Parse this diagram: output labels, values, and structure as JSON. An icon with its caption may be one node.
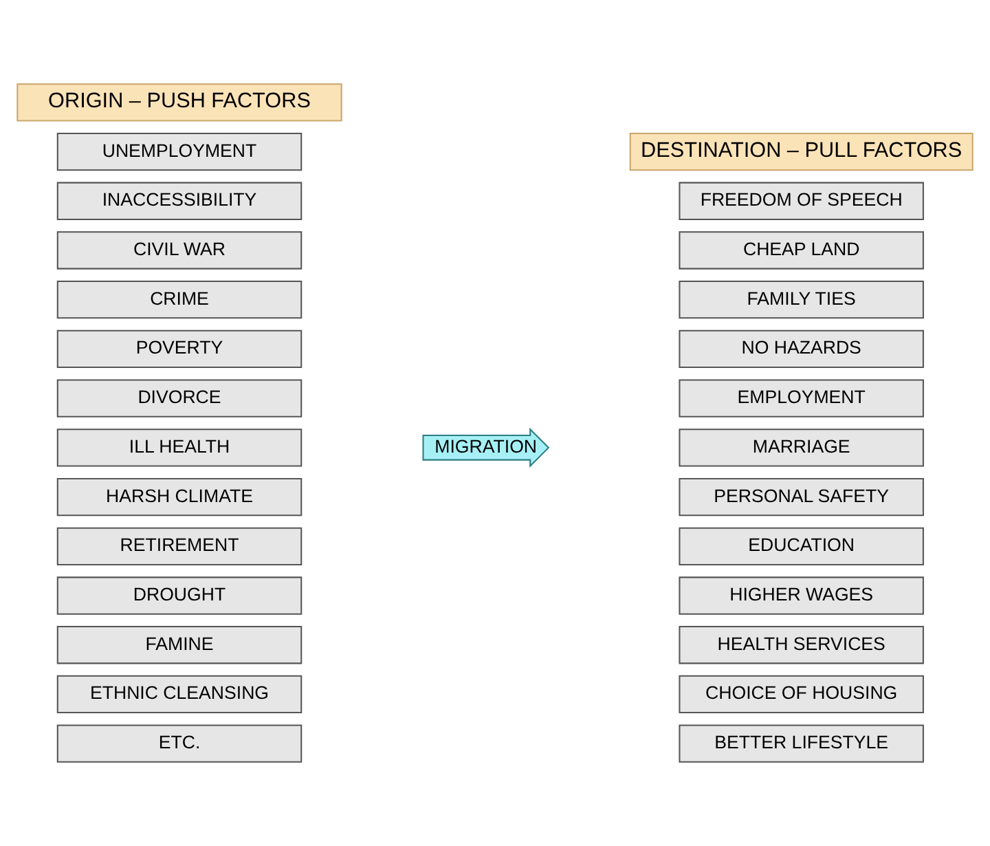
{
  "diagram": {
    "nodes": [
      {
        "text": [
          "ORIGIN – PUSH FACTORS"
        ]
      },
      {
        "text": [
          "UNEMPLOYMENT"
        ]
      },
      {
        "text": [
          "INACCESSIBILITY"
        ]
      },
      {
        "text": [
          "CIVIL WAR"
        ]
      },
      {
        "text": [
          "CRIME"
        ]
      },
      {
        "text": [
          "POVERTY"
        ]
      },
      {
        "text": [
          "DIVORCE"
        ]
      },
      {
        "text": [
          "ILL HEALTH"
        ]
      },
      {
        "text": [
          "HARSH CLIMATE"
        ]
      },
      {
        "text": [
          "RETIREMENT"
        ]
      },
      {
        "text": [
          "DROUGHT"
        ]
      },
      {
        "text": [
          "FAMINE"
        ]
      },
      {
        "text": [
          "ETHNIC CLEANSING"
        ]
      },
      {
        "text": [
          "ETC."
        ]
      },
      {
        "text": [
          "DESTINATION – PULL FACTORS"
        ]
      },
      {
        "text": [
          "FREEDOM OF SPEECH"
        ]
      },
      {
        "text": [
          "CHEAP LAND"
        ]
      },
      {
        "text": [
          "FAMILY TIES"
        ]
      },
      {
        "text": [
          "NO HAZARDS"
        ]
      },
      {
        "text": [
          "EMPLOYMENT"
        ]
      },
      {
        "text": [
          "MARRIAGE"
        ]
      },
      {
        "text": [
          "PERSONAL SAFETY"
        ]
      },
      {
        "text": [
          "EDUCATION"
        ]
      },
      {
        "text": [
          "HIGHER WAGES"
        ]
      },
      {
        "text": [
          "HEALTH SERVICES"
        ]
      },
      {
        "text": [
          "CHOICE OF HOUSING"
        ]
      },
      {
        "text": [
          "BETTER LIFESTYLE"
        ]
      },
      {
        "text": [
          "MIGRATION"
        ]
      }
    ]
  }
}
